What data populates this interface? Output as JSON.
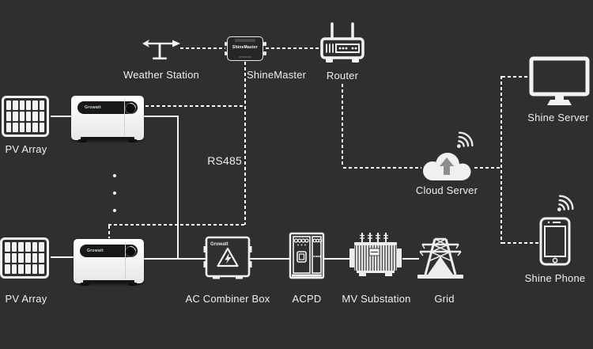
{
  "colors": {
    "background": "#2f2f2f",
    "line": "#f5f5f5",
    "icon": "#f2f2f2",
    "cloud_arrow_gray": "#8c8c8c",
    "inverter_band": "#181818"
  },
  "labels": {
    "rs485": "RS485"
  },
  "nodes": {
    "weather_station": {
      "label": "Weather Station"
    },
    "shinemaster": {
      "label": "ShineMaster",
      "device_label": "ShineMaster"
    },
    "router": {
      "label": "Router"
    },
    "shine_server": {
      "label": "Shine Server"
    },
    "cloud_server": {
      "label": "Cloud Server"
    },
    "shine_phone": {
      "label": "Shine Phone"
    },
    "pv_array_top": {
      "label": "PV Array"
    },
    "pv_array_bottom": {
      "label": "PV Array"
    },
    "inverter_top": {
      "logo": "Growatt"
    },
    "inverter_bottom": {
      "logo": "Growatt"
    },
    "ac_combiner_box": {
      "label": "AC Combiner Box",
      "logo": "Growatt"
    },
    "acpd": {
      "label": "ACPD"
    },
    "mv_substation": {
      "label": "MV Substation"
    },
    "grid": {
      "label": "Grid"
    }
  }
}
